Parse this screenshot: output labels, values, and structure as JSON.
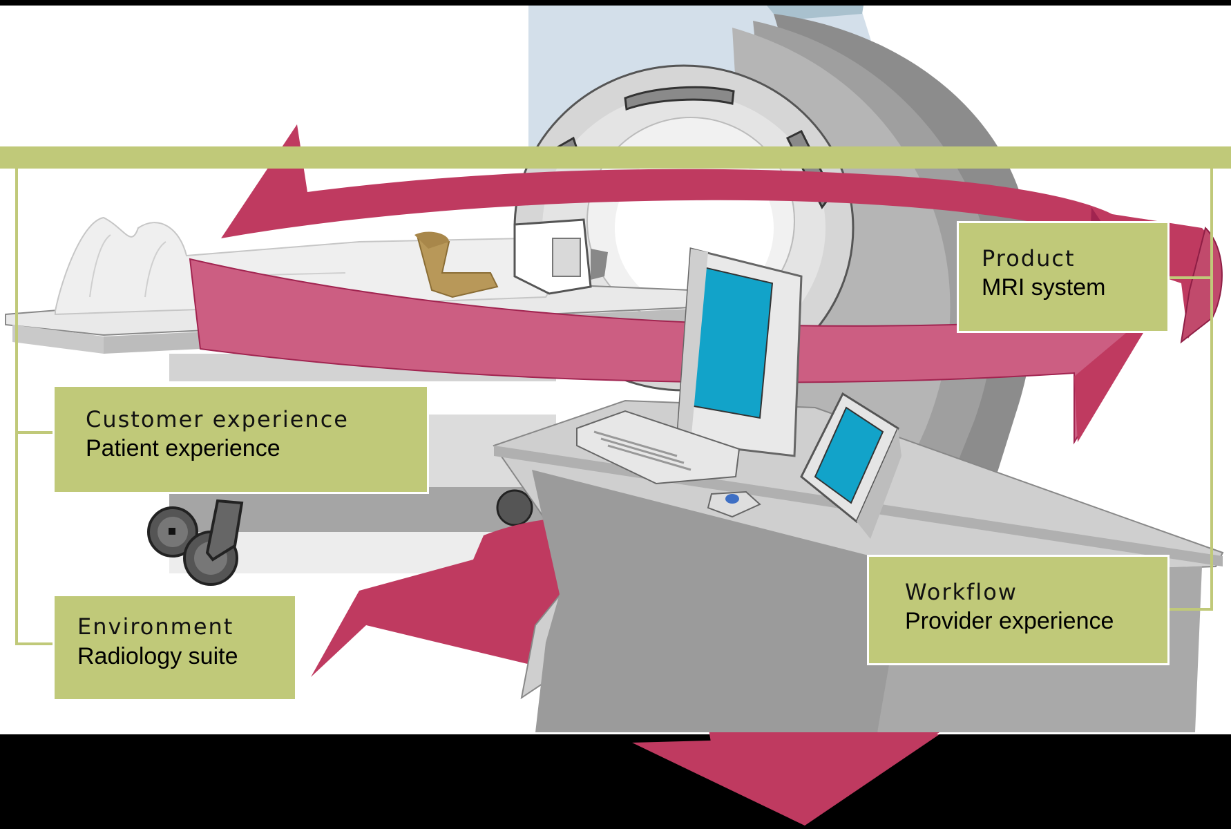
{
  "labels": {
    "product": {
      "heading": "Product",
      "subheading": "MRI system"
    },
    "customer_experience": {
      "heading": "Customer experience",
      "subheading": "Patient experience"
    },
    "environment": {
      "heading": "Environment",
      "subheading": "Radiology suite"
    },
    "workflow": {
      "heading": "Workflow",
      "subheading": "Provider experience"
    }
  },
  "colors": {
    "background": "#000000",
    "canvas": "#ffffff",
    "label_fill": "#c0c979",
    "bracket": "#c0c979",
    "arrow": "#bf3a60",
    "arrow_light": "#cc5e82",
    "arrow_dark": "#a12450",
    "equipment_light": "#d9d9d9",
    "equipment_mid": "#a8a8a8",
    "screen": "#12a3c9"
  },
  "icons": [
    "mri-scanner-illustration",
    "patient-illustration",
    "monitor-illustration",
    "circular-arrow"
  ]
}
